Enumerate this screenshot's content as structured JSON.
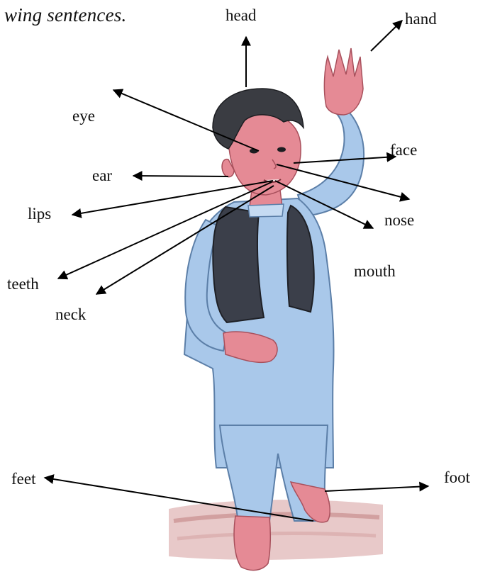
{
  "heading": "wing sentences.",
  "labels": {
    "head": "head",
    "hand": "hand",
    "eye": "eye",
    "face": "face",
    "ear": "ear",
    "nose": "nose",
    "lips": "lips",
    "mouth": "mouth",
    "teeth": "teeth",
    "neck": "neck",
    "feet": "feet",
    "foot": "foot"
  },
  "colors": {
    "shirt": "#a9c8ea",
    "shirt_shadow": "#7fa6d2",
    "vest": "#3b3f4a",
    "skin": "#e58a95",
    "hair": "#3a3c42",
    "ground": "#d2a6a6",
    "arrow": "#000000"
  }
}
